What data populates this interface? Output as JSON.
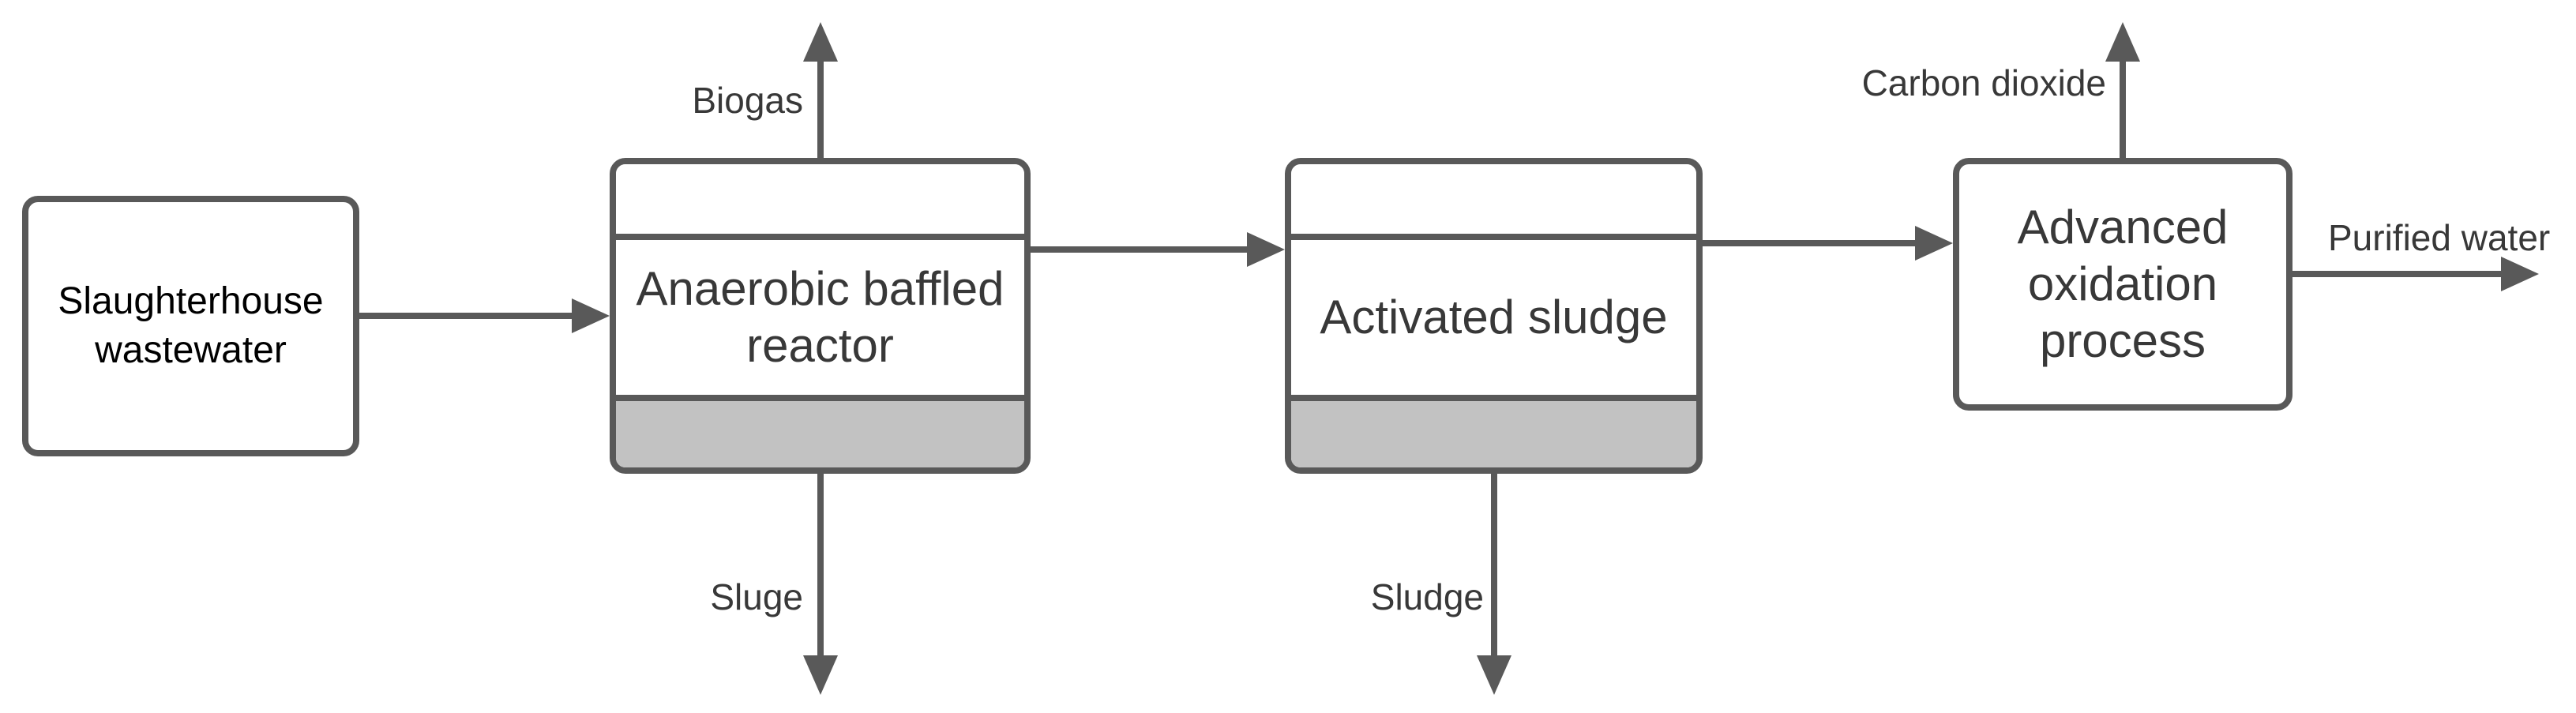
{
  "colors": {
    "stroke": "#595959",
    "gray_fill": "#c2c2c2",
    "node_text": "#383838",
    "source_text": "#000000",
    "canvas_bg": "#ffffff"
  },
  "nodes": {
    "source": {
      "label": "Slaughterhouse wastewater"
    },
    "abr": {
      "label": "Anaerobic baffled reactor"
    },
    "activated_sludge": {
      "label": "Activated sludge"
    },
    "aop": {
      "label": "Advanced oxidation process"
    }
  },
  "flow_labels": {
    "biogas": "Biogas",
    "sluge": "Sluge",
    "sludge": "Sludge",
    "carbon_dioxide": "Carbon dioxide",
    "purified_water": "Purified water"
  }
}
